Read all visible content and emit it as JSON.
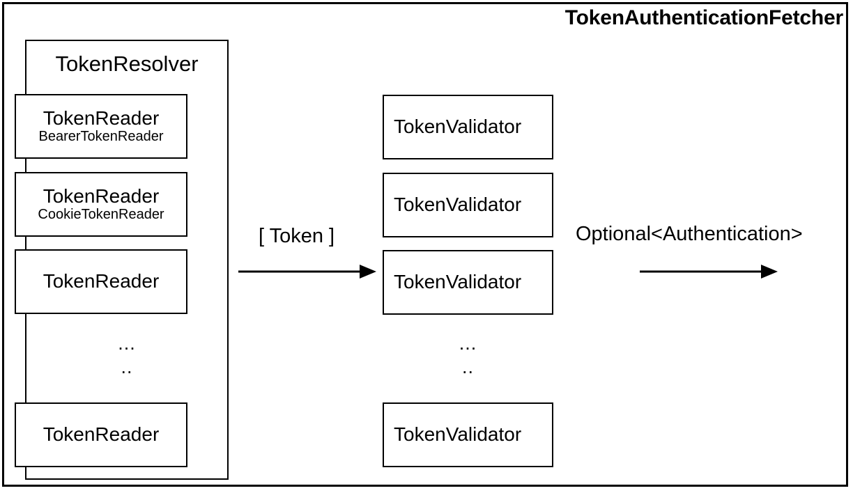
{
  "diagram": {
    "title": "TokenAuthenticationFetcher",
    "resolver": {
      "title": "TokenResolver",
      "readers": [
        {
          "name": "TokenReader",
          "impl": "BearerTokenReader"
        },
        {
          "name": "TokenReader",
          "impl": "CookieTokenReader"
        },
        {
          "name": "TokenReader",
          "impl": ""
        },
        {
          "name": "TokenReader",
          "impl": ""
        }
      ],
      "ellipsis": {
        "line1": "...",
        "line2": ".."
      }
    },
    "validators": {
      "items": [
        {
          "name": "TokenValidator"
        },
        {
          "name": "TokenValidator"
        },
        {
          "name": "TokenValidator"
        },
        {
          "name": "TokenValidator"
        }
      ],
      "ellipsis": {
        "line1": "...",
        "line2": ".."
      }
    },
    "flows": [
      {
        "label": "[ Token ]"
      },
      {
        "label": "Optional<Authentication>"
      }
    ],
    "colors": {
      "stroke": "#000000",
      "background": "#ffffff",
      "text": "#000000"
    }
  }
}
